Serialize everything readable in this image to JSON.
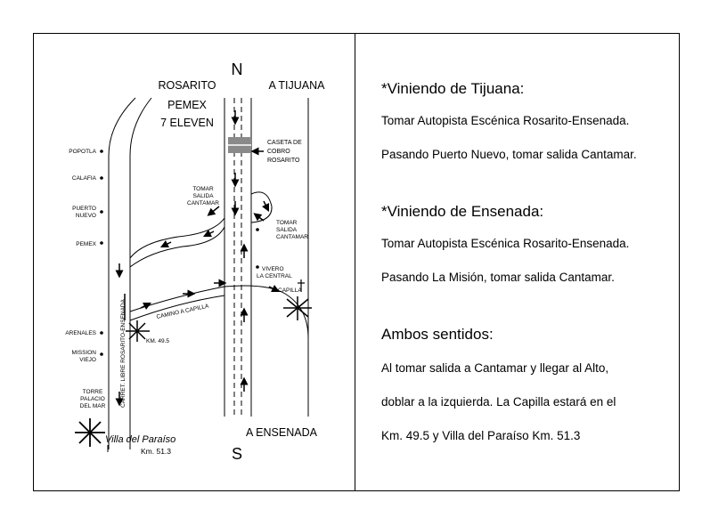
{
  "map": {
    "north": "N",
    "south": "S",
    "rosarito": "ROSARITO",
    "pemex_top": "PEMEX",
    "eleven": "7 ELEVEN",
    "a_tijuana": "A TIJUANA",
    "a_ensenada": "A ENSENADA",
    "caseta": [
      "CASETA DE",
      "COBRO",
      "ROSARITO"
    ],
    "tomar_left": [
      "TOMAR",
      "SALIDA",
      "CANTAMAR"
    ],
    "tomar_right": [
      "TOMAR",
      "SALIDA",
      "CANTAMAR"
    ],
    "vivero": [
      "VIVERO",
      "LA CENTRAL"
    ],
    "capilla": "CAPILLA",
    "camino": "CAMINO A CAPILLA",
    "km495": "KM. 49.5",
    "carretera": "CARRET. LIBRE ROSARITO-ENSENADA",
    "villa": "Villa del Paraíso",
    "km513": "Km. 51.3",
    "places": [
      {
        "label": "POPOTLA"
      },
      {
        "label": "CALAFIA"
      },
      {
        "label": "PUERTO NUEVO"
      },
      {
        "label": "PEMEX"
      },
      {
        "label": "ARENALES"
      },
      {
        "label": "MISSION VIEJO"
      },
      {
        "label": "TORRE PALACIO DEL MAR"
      }
    ]
  },
  "directions": {
    "tijuana": {
      "heading": "*Viniendo de Tijuana:",
      "line1": "Tomar Autopista Escénica Rosarito-Ensenada.",
      "line2": "Pasando Puerto Nuevo, tomar salida Cantamar."
    },
    "ensenada": {
      "heading": "*Viniendo de Ensenada:",
      "line1": "Tomar Autopista Escénica Rosarito-Ensenada.",
      "line2": "Pasando La Misión, tomar salida Cantamar."
    },
    "ambos": {
      "heading": "Ambos sentidos:",
      "line1": "Al tomar salida a Cantamar y llegar al Alto,",
      "line2": "doblar a la izquierda. La Capilla estará en el",
      "line3": "Km. 49.5 y Villa del Paraíso Km. 51.3"
    }
  }
}
